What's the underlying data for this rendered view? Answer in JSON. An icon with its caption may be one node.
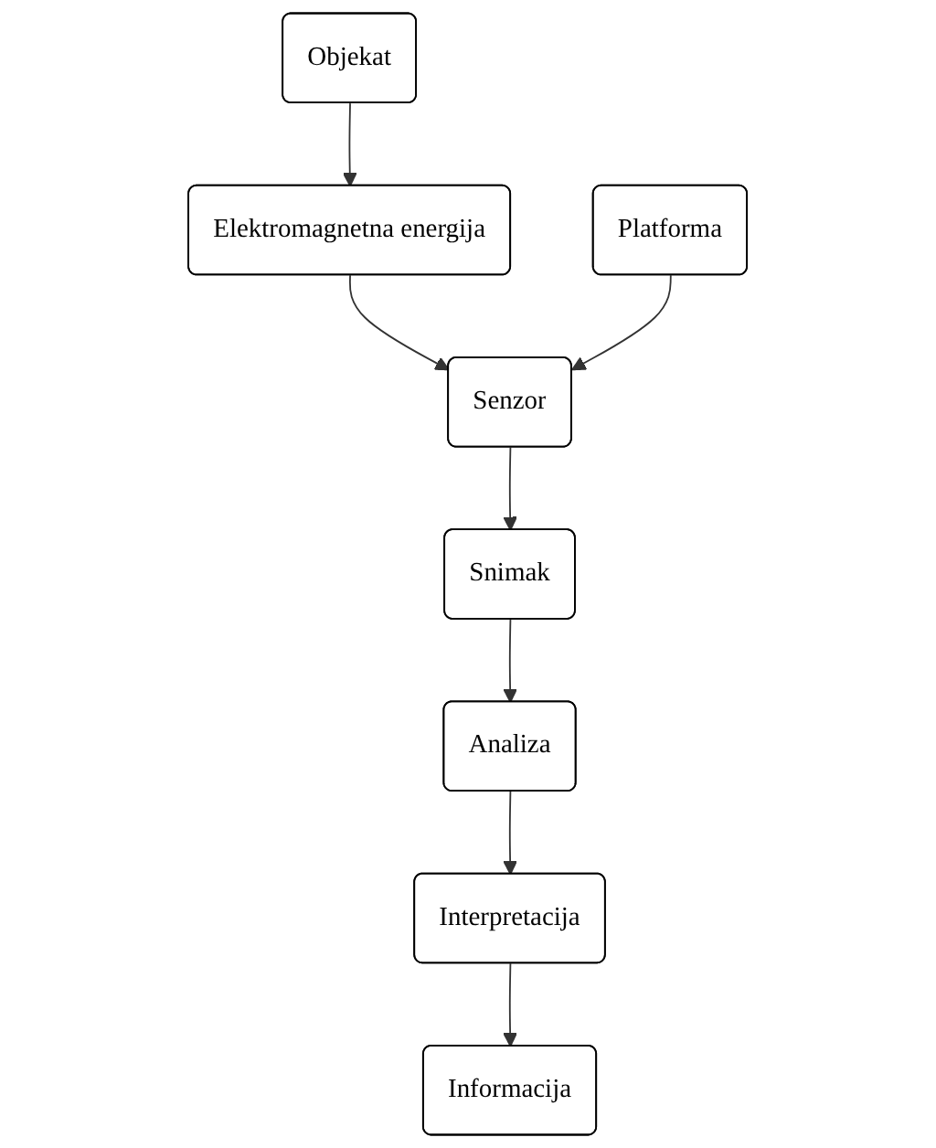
{
  "diagram": {
    "nodes": [
      {
        "text": [
          "Objekat"
        ]
      },
      {
        "text": [
          "Elektromagnetna energija"
        ]
      },
      {
        "text": [
          "Senzor"
        ]
      },
      {
        "text": [
          "Platforma"
        ]
      },
      {
        "text": [
          "Snimak"
        ]
      },
      {
        "text": [
          "Analiza"
        ]
      },
      {
        "text": [
          "Interpretacija"
        ]
      },
      {
        "text": [
          "Informacija"
        ]
      }
    ],
    "edges": [
      {
        "from": 0,
        "to": 1,
        "arrow": "to"
      },
      {
        "from": 1,
        "to": 2,
        "arrow": "to"
      },
      {
        "from": 3,
        "to": 2,
        "arrow": "to"
      },
      {
        "from": 2,
        "to": 4,
        "arrow": "to"
      },
      {
        "from": 4,
        "to": 5,
        "arrow": "to"
      },
      {
        "from": 5,
        "to": 6,
        "arrow": "to"
      },
      {
        "from": 6,
        "to": 7,
        "arrow": "to"
      }
    ]
  }
}
